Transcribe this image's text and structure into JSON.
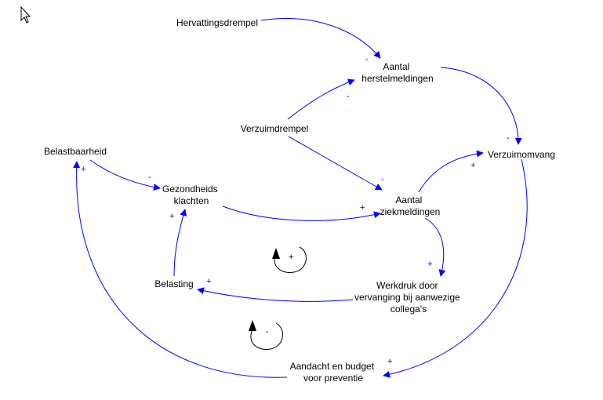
{
  "colors": {
    "link": "#0000ff",
    "polarity": "#0000cc",
    "text": "#000000",
    "background": "#ffffff"
  },
  "icons": {
    "cursor": "mouse-pointer-icon"
  },
  "nodes": {
    "hervattingsdrempel": [
      "Hervattingsdrempel"
    ],
    "herstelmeldingen": [
      "Aantal",
      "herstelmeldingen"
    ],
    "verzuimdrempel": [
      "Verzuimdrempel"
    ],
    "verzuimomvang": [
      "Verzuimomvang"
    ],
    "belastbaarheid": [
      "Belastbaarheid"
    ],
    "gezondheidsklachten": [
      "Gezondheids",
      "klachten"
    ],
    "ziekmeldingen": [
      "Aantal",
      "ziekmeldingen"
    ],
    "belasting": [
      "Belasting"
    ],
    "werkdruk": [
      "Werkdruk door",
      "vervanging bij aanwezige",
      "collega's"
    ],
    "preventie": [
      "Aandacht en budget",
      "voor preventie"
    ]
  },
  "links": [
    {
      "id": "hervatting-to-herstel",
      "polarity": "-"
    },
    {
      "id": "verzuimdrempel-to-herstel",
      "polarity": "-"
    },
    {
      "id": "herstel-to-verzuimomvang",
      "polarity": "-"
    },
    {
      "id": "verzuimdrempel-to-ziekmeldingen",
      "polarity": "-"
    },
    {
      "id": "ziekmeldingen-to-verzuimomvang",
      "polarity": "+"
    },
    {
      "id": "belastbaarheid-to-gezondheid",
      "polarity": "-"
    },
    {
      "id": "gezondheid-to-ziekmeldingen",
      "polarity": "+"
    },
    {
      "id": "ziekmeldingen-to-werkdruk",
      "polarity": "+"
    },
    {
      "id": "werkdruk-to-belasting",
      "polarity": "+"
    },
    {
      "id": "belasting-to-gezondheid",
      "polarity": "+"
    },
    {
      "id": "verzuimomvang-to-preventie",
      "polarity": "+"
    },
    {
      "id": "preventie-to-belastbaarheid",
      "polarity": "+"
    }
  ],
  "loops": [
    {
      "id": "reinforcing-loop",
      "sign": "+"
    },
    {
      "id": "balancing-loop",
      "sign": "-"
    }
  ]
}
